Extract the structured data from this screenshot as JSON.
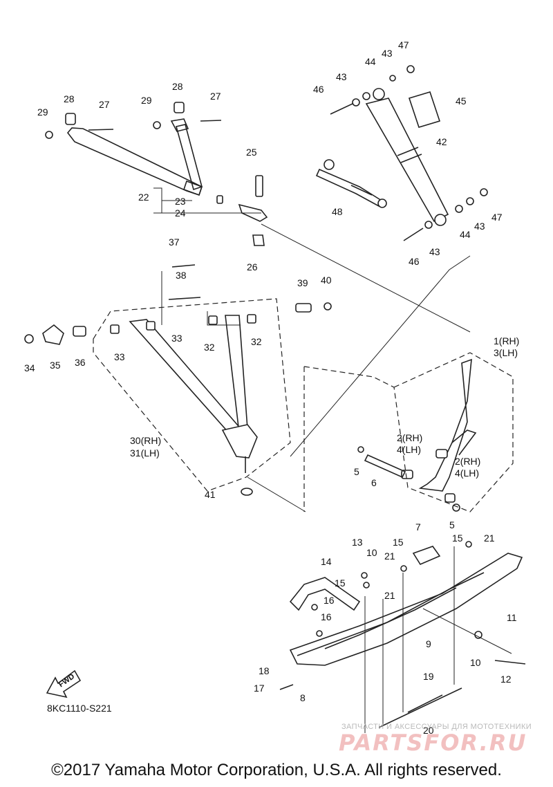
{
  "diagram_code": "8KC1110-S221",
  "copyright": "©2017 Yamaha Motor Corporation, U.S.A. All rights reserved.",
  "watermark": {
    "tagline": "ЗАПЧАСТИ И АКСЕССУАРЫ ДЛЯ МОТОТЕХНИКИ",
    "brand": "PARTSFOR.RU"
  },
  "fwd_label": "FWD",
  "colors": {
    "line": "#222222",
    "watermark_brand": "#f2c0c0",
    "watermark_text": "#b9b9b9"
  },
  "labels": {
    "l1": "1(RH)",
    "l3": "3(LH)",
    "l2a": "2(RH)",
    "l4a": "4(LH)",
    "l2b": "2(RH)",
    "l4b": "4(LH)",
    "l5a": "5",
    "l5b": "5",
    "l6": "6",
    "l7": "7",
    "l8": "8",
    "l9": "9",
    "l10a": "10",
    "l10b": "10",
    "l11": "11",
    "l12": "12",
    "l13": "13",
    "l14": "14",
    "l15a": "15",
    "l15b": "15",
    "l15c": "15",
    "l16a": "16",
    "l16b": "16",
    "l17": "17",
    "l18": "18",
    "l19": "19",
    "l20": "20",
    "l21a": "21",
    "l21b": "21",
    "l21c": "21",
    "l22": "22",
    "l23": "23",
    "l24": "24",
    "l25": "25",
    "l26": "26",
    "l27a": "27",
    "l27b": "27",
    "l28a": "28",
    "l28b": "28",
    "l29a": "29",
    "l29b": "29",
    "l30": "30(RH)",
    "l31": "31(LH)",
    "l32a": "32",
    "l32b": "32",
    "l33a": "33",
    "l33b": "33",
    "l34": "34",
    "l35": "35",
    "l36": "36",
    "l37": "37",
    "l38": "38",
    "l39": "39",
    "l40": "40",
    "l41": "41",
    "l42": "42",
    "l43a": "43",
    "l43b": "43",
    "l43c": "43",
    "l43d": "43",
    "l44a": "44",
    "l44b": "44",
    "l45": "45",
    "l46a": "46",
    "l46b": "46",
    "l47a": "47",
    "l47b": "47",
    "l48": "48"
  }
}
